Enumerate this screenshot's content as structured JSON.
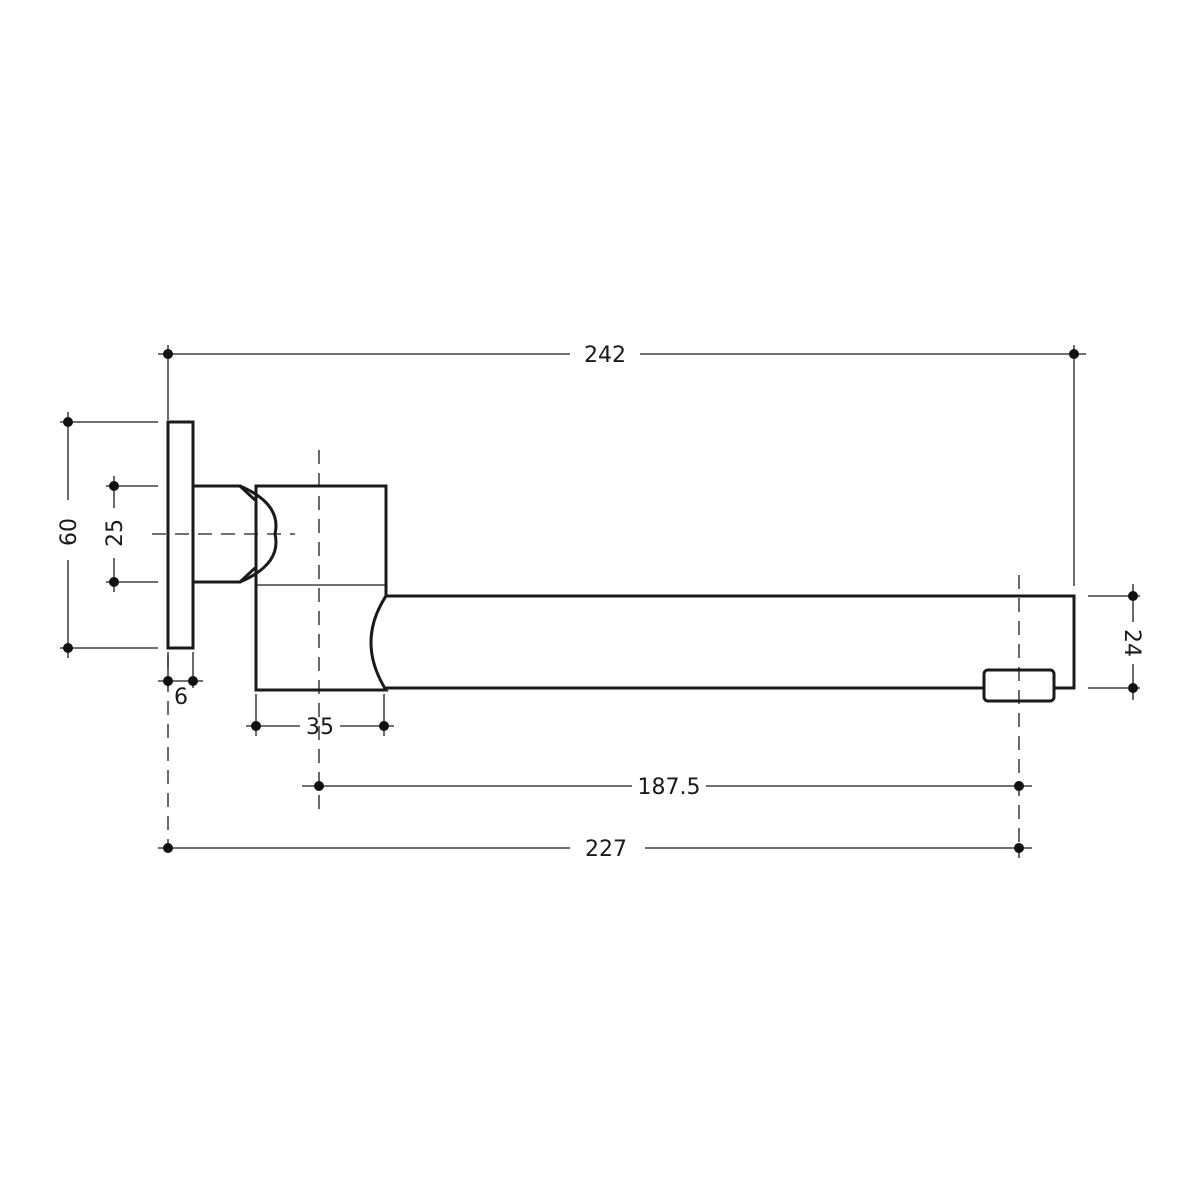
{
  "dimensions": {
    "overall_length": "242",
    "wall_to_outlet": "227",
    "axis_to_outlet": "187.5",
    "body_depth": "35",
    "flange_thickness": "6",
    "flange_height": "60",
    "connector_height": "25",
    "spout_height": "24"
  }
}
